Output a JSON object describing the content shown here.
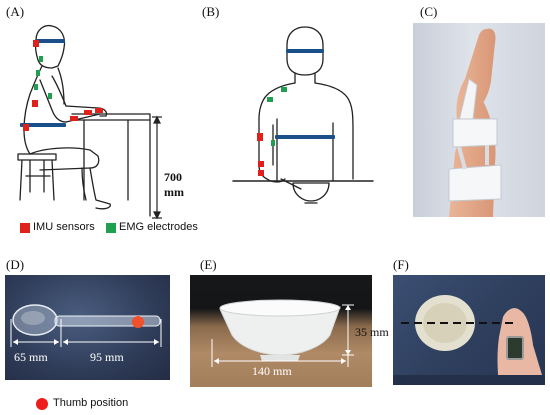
{
  "panels": {
    "a": {
      "label": "(A)",
      "height_value": "700",
      "height_unit": "mm"
    },
    "b": {
      "label": "(B)"
    },
    "c": {
      "label": "(C)"
    },
    "d": {
      "label": "(D)",
      "dim_bowl": "65 mm",
      "dim_handle": "95 mm"
    },
    "e": {
      "label": "(E)",
      "dim_height": "35 mm",
      "dim_width": "140 mm"
    },
    "f": {
      "label": "(F)"
    }
  },
  "legend": {
    "imu": {
      "label": "IMU sensors",
      "color": "#e0201b"
    },
    "emg": {
      "label": "EMG electrodes",
      "color": "#1fa050"
    },
    "thumb": {
      "label": "Thumb position",
      "color": "#ee1c1c"
    }
  }
}
